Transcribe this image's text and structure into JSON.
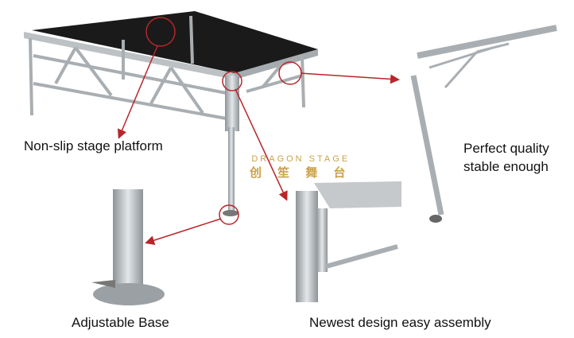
{
  "labels": {
    "platform": "Non-slip stage platform",
    "quality_line1": "Perfect quality",
    "quality_line2": "stable enough",
    "base": "Adjustable Base",
    "assembly": "Newest design easy assembly"
  },
  "watermark": {
    "english": "DRAGON STAGE",
    "chinese": "创 笙 舞 台"
  },
  "colors": {
    "annotation_red": "#b8262a",
    "stage_top": "#1a1a1a",
    "aluminum": "#b9bec2"
  }
}
